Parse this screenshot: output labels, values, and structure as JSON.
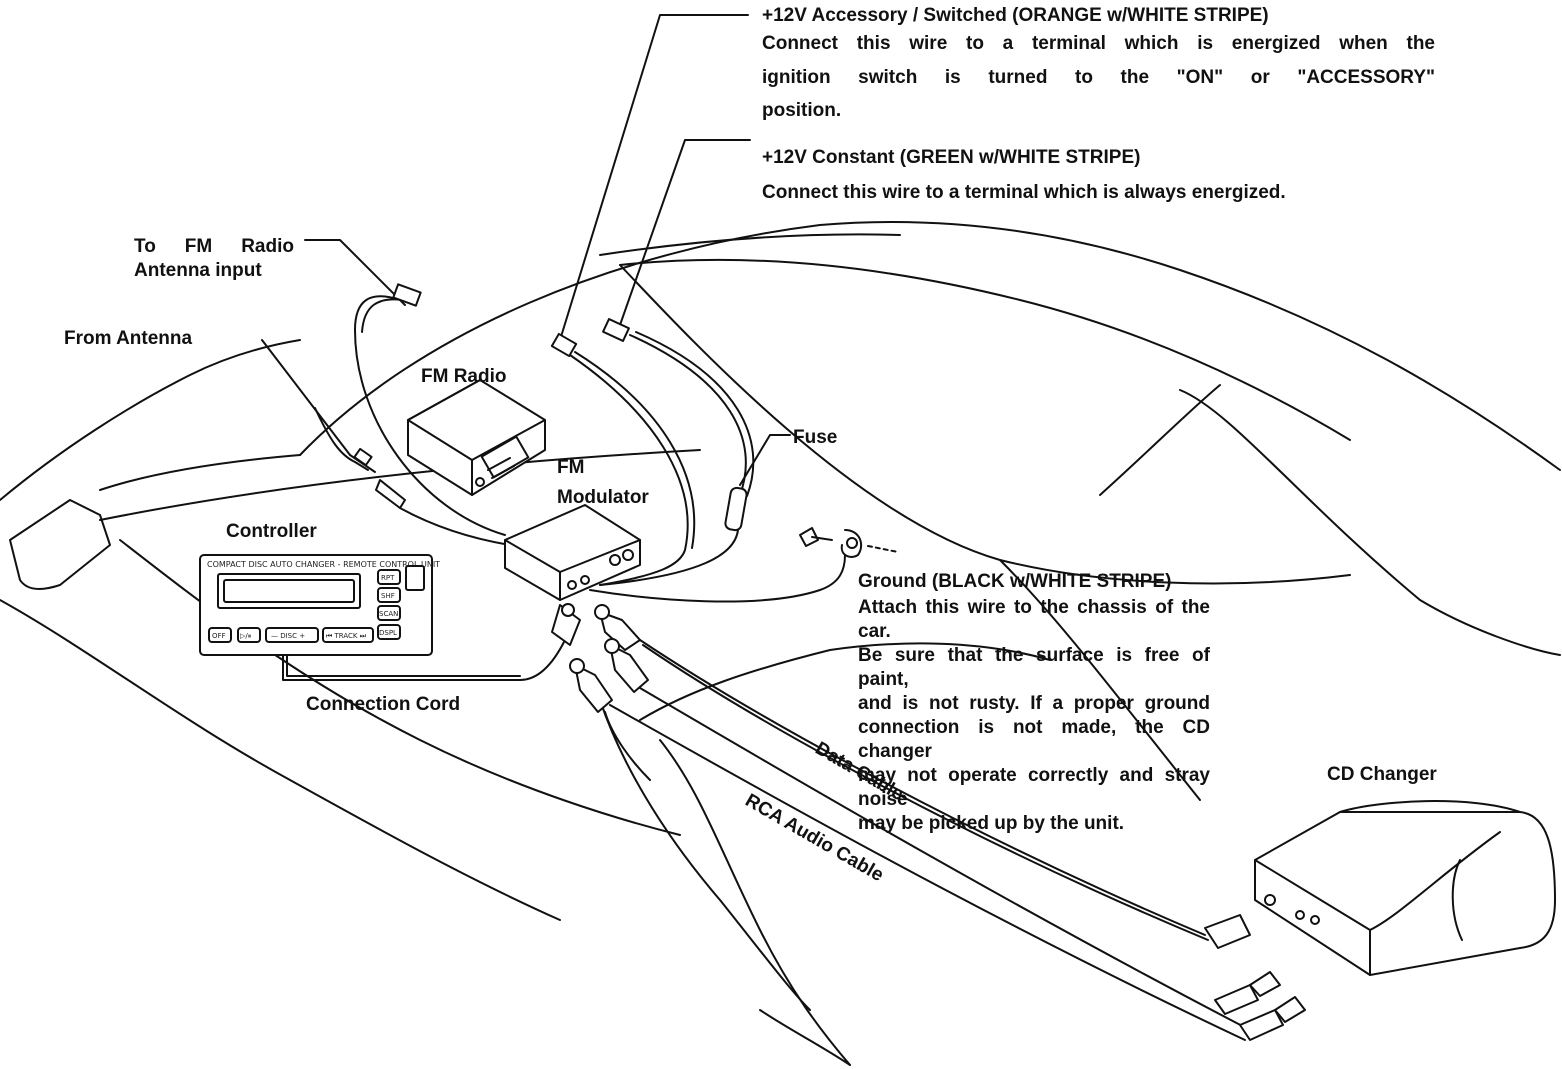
{
  "labels": {
    "acc_title": "+12V Accessory / Switched (ORANGE w/WHITE STRIPE)",
    "acc_line1": "Connect this wire to a terminal which is energized when the",
    "acc_line2": "ignition switch is turned to the \"ON\" or \"ACCESSORY\"",
    "acc_line3": "position.",
    "const_title": "+12V Constant (GREEN w/WHITE STRIPE)",
    "const_desc": "Connect this wire to a terminal which is always energized.",
    "to_fm_line1": "To FM Radio",
    "to_fm_line2": "Antenna input",
    "from_antenna": "From Antenna",
    "fm_radio": "FM Radio",
    "fuse": "Fuse",
    "fm_mod_line1": "FM",
    "fm_mod_line2": "Modulator",
    "controller": "Controller",
    "connection_cord": "Connection Cord",
    "ground_title": "Ground (BLACK w/WHITE STRIPE)",
    "ground_lines": [
      "Attach this wire to the chassis of the car.",
      "Be sure that the surface is free of paint,",
      "and is not rusty.  If a proper ground",
      "connection is not made, the CD changer",
      "may not operate correctly and stray noise",
      "may be picked up by the unit."
    ],
    "data_cable": "Data Cable",
    "rca_cable": "RCA Audio Cable",
    "cd_changer": "CD Changer"
  },
  "controller_panel": {
    "header": "COMPACT DISC AUTO CHANGER - REMOTE CONTROL UNIT",
    "buttons": {
      "rpt": "RPT",
      "shf": "SHF",
      "scan": "SCAN",
      "dspl": "DSPL",
      "off": "OFF",
      "play_pause": "▷/⏸",
      "disc": "— DISC +",
      "track": "⏮ TRACK ⏭"
    }
  },
  "colors": {
    "line": "#111111",
    "background": "#ffffff"
  }
}
